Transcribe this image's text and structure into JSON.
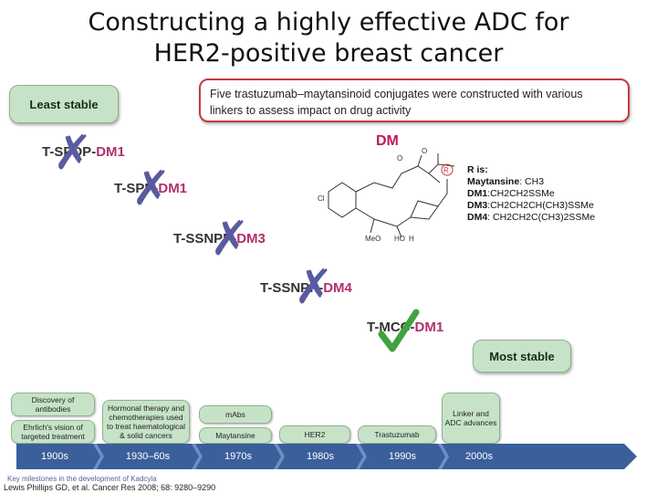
{
  "title_line1": "Constructing a highly effective ADC for",
  "title_line2": "HER2-positive breast cancer",
  "least_stable": "Least stable",
  "five_text": "Five trastuzumab–maytansinoid conjugates were constructed with various linkers to assess impact on drug activity",
  "dm_label": "DM",
  "conjugates": [
    {
      "t": "T-",
      "linker": "SPDP-",
      "dm": "DM1"
    },
    {
      "t": "T-",
      "linker": "SPP-",
      "dm": "DM1"
    },
    {
      "t": "T-",
      "linker": "SSNPP-",
      "dm": "DM3"
    },
    {
      "t": "T-",
      "linker": "SSNPP-",
      "dm": "DM4"
    },
    {
      "t": "T-",
      "linker": "MCC-",
      "dm": "DM1"
    }
  ],
  "r_is": {
    "head": "R is:",
    "l1_name": "Maytansine",
    "l1_val": ": CH3",
    "l2_name": "DM1",
    "l2_val": ":CH2CH2SSMe",
    "l3_name": "DM3",
    "l3_val": ":CH2CH2CH(CH3)SSMe",
    "l4_name": "DM4",
    "l4_val": ": CH2CH2C(CH3)2SSMe"
  },
  "most_stable": "Most stable",
  "timeline": {
    "bar": [
      "1900s",
      "1930–60s",
      "1970s",
      "1980s",
      "1990s",
      "2000s"
    ],
    "boxes": {
      "discovery": "Discovery of antibodies",
      "ehrlich": "Ehrlich's vision of targeted treatment",
      "hormonal": "Hormonal therapy and chemotherapies used to treat haematological & solid cancers",
      "mabs": "mAbs",
      "maytansine": "Maytansine",
      "her2": "HER2",
      "trastuzumab": "Trastuzumab",
      "linker": "Linker and ADC advances"
    }
  },
  "footnote": "Key milestones in the development of Kadcyla",
  "citation": "Lewis Phillips GD, et al. Cancer Res 2008; 68: 9280–9290",
  "colors": {
    "red_border": "#c53a3a",
    "green_box": "#c7e3c7",
    "dm_pink": "#b0306a",
    "bar_blue": "#3a5f9a",
    "check_green": "#3fa33f"
  }
}
